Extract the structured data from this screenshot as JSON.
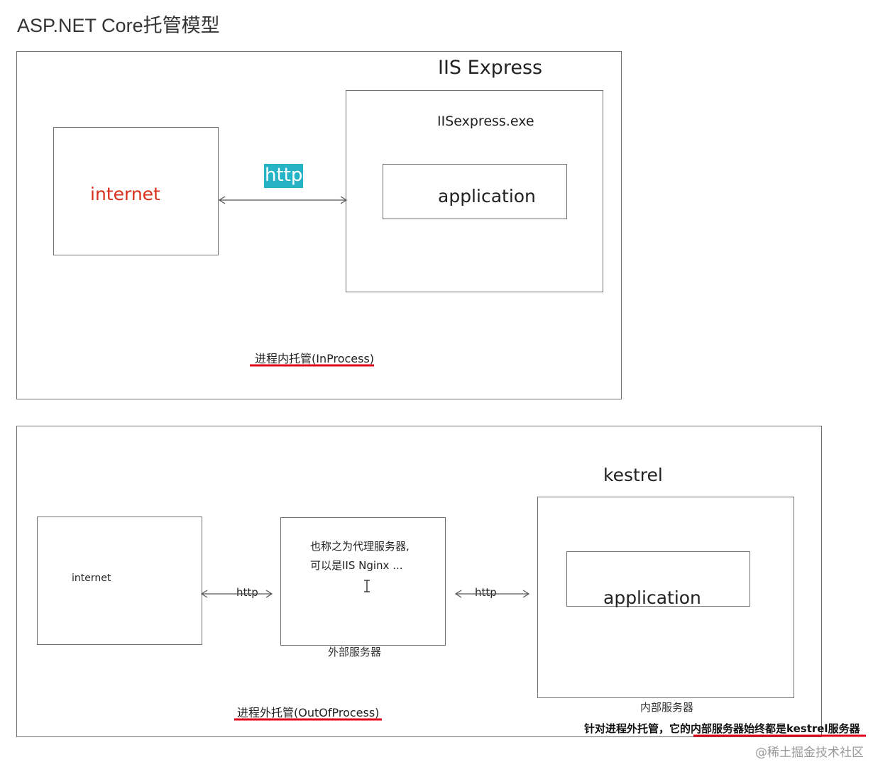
{
  "page_title": "ASP.NET Core托管模型",
  "inprocess": {
    "host_title": "IIS Express",
    "exe_label": "IISexpress.exe",
    "app_label": "application",
    "client_label": "internet",
    "protocol_label": "http",
    "mode_caption": "进程内托管(InProcess)"
  },
  "outofprocess": {
    "client_label": "internet",
    "protocol_label_left": "http",
    "protocol_label_right": "http",
    "proxy_desc_line1": "也称之为代理服务器,",
    "proxy_desc_line2": "可以是IIS Nginx ...",
    "proxy_caption": "外部服务器",
    "kestrel_title": "kestrel",
    "app_label": "application",
    "kestrel_caption": "内部服务器",
    "mode_caption": "进程外托管(OutOfProcess)",
    "note_prefix": "针对进程外托管，它的",
    "note_highlight": "内部服务器始终都是kestrel服务器"
  },
  "watermark": "@稀土掘金技术社区",
  "colors": {
    "internet_red": "#d7301c",
    "underline_red": "#e0001b",
    "http_highlight": "#26b3c6",
    "border": "#6f6f6f"
  }
}
